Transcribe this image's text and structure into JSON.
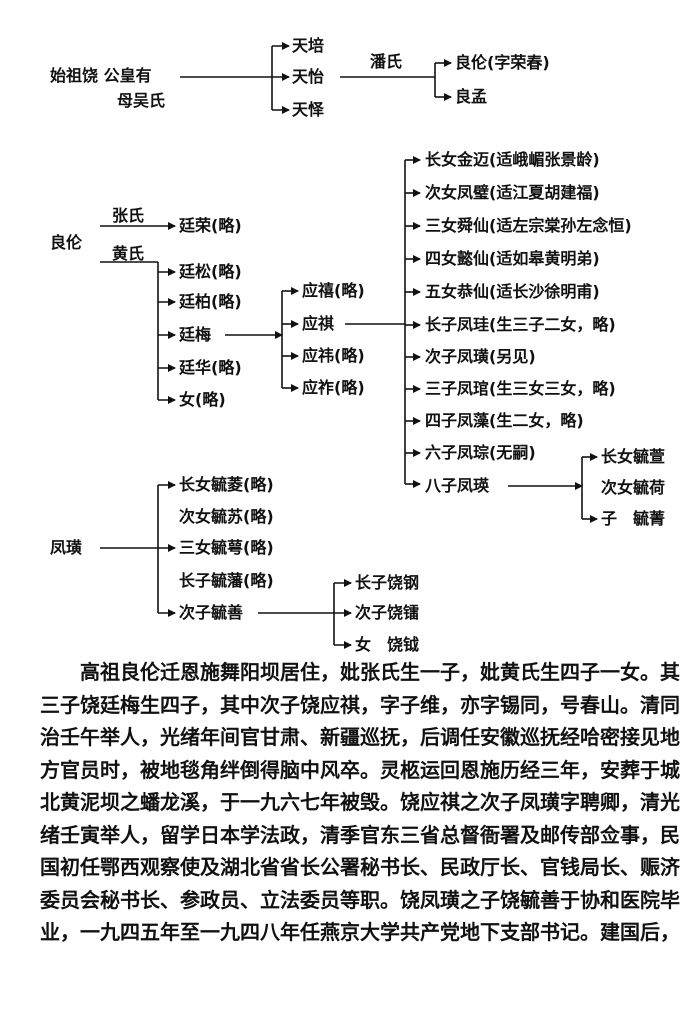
{
  "tree1": {
    "root_line1": "始祖饶 公皇有",
    "root_line2": "母吴氏",
    "sons": [
      "天培",
      "天怡",
      "天怿"
    ],
    "spouse": "潘氏",
    "grandsons": [
      "良伦(字荣春)",
      "良孟"
    ]
  },
  "tree2": {
    "root": "良伦",
    "wife1": "张氏",
    "wife1_child": "廷荣(略)",
    "wife2": "黄氏",
    "wife2_children": [
      "廷松(略)",
      "廷柏(略)",
      "廷梅",
      "廷华(略)",
      "女(略)"
    ],
    "meisons": [
      "应禧(略)",
      "应祺",
      "应祎(略)",
      "应祚(略)"
    ],
    "qichildren": [
      "长女金迈(适峨嵋张景龄)",
      "次女凤璧(适江夏胡建福)",
      "三女舜仙(适左宗棠孙左念恒)",
      "四女懿仙(适如皋黄明弟)",
      "五女恭仙(适长沙徐明甫)",
      "长子凤珪(生三子二女，略)",
      "次子凤璜(另见)",
      "三子凤琯(生三女三女，略)",
      "四子凤藻(生二女，略)",
      "六子凤琮(无嗣)",
      "八子凤瑛"
    ],
    "eighthson_children": [
      "长女毓萱",
      "次女毓荷",
      "子　毓菁"
    ]
  },
  "tree3": {
    "root": "凤璜",
    "children": [
      "长女毓菱(略)",
      "次女毓苏(略)",
      "三女毓萼(略)",
      "长子毓藩(略)",
      "次子毓善"
    ],
    "grandchildren": [
      "长子饶钢",
      "次子饶镭",
      "女　饶钺"
    ]
  },
  "paragraph": "高祖良伦迁恩施舞阳坝居住，妣张氏生一子，妣黄氏生四子一女。其三子饶廷梅生四子，其中次子饶应祺，字子维，亦字锡同，号春山。清同治壬午举人，光绪年间官甘肃、新疆巡抚，后调任安徽巡抚经哈密接见地方官员时，被地毯角绊倒得脑中风卒。灵柩运回恩施历经三年，安葬于城北黄泥坝之蟠龙溪，于一九六七年被毁。饶应祺之次子凤璜字聘卿，清光绪壬寅举人，留学日本学法政，清季官东三省总督衙署及邮传部佥事，民国初任鄂西观察使及湖北省省长公署秘书长、民政厅长、官钱局长、赈济委员会秘书长、参政员、立法委员等职。饶凤璜之子饶毓善于协和医院毕业，一九四五年至一九四八年任燕京大学共产党地下支部书记。建国后，"
}
